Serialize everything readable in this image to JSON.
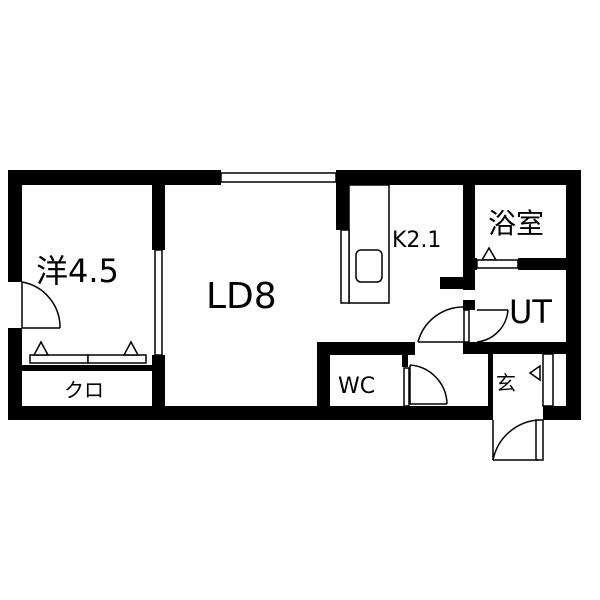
{
  "rooms": {
    "western": "洋4.5",
    "living": "LD8",
    "kitchen": "K2.1",
    "bath": "浴室",
    "utility": "UT",
    "closet": "クロ",
    "toilet": "WC",
    "entrance": "玄"
  },
  "colors": {
    "wall": "#000000",
    "background": "#ffffff"
  }
}
